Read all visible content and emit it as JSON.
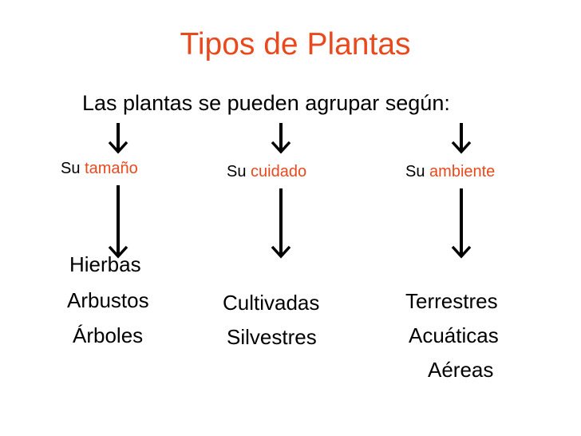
{
  "title": "Tipos de Plantas",
  "subtitle": "Las plantas se pueden agrupar según:",
  "accent_color": "#e8491d",
  "columns": [
    {
      "prefix": "Su",
      "keyword": "tamaño",
      "items": [
        "Hierbas",
        "Arbustos",
        "Árboles"
      ]
    },
    {
      "prefix": "Su",
      "keyword": "cuidado",
      "items": [
        "Cultivadas",
        "Silvestres"
      ]
    },
    {
      "prefix": "Su",
      "keyword": "ambiente",
      "items": [
        "Terrestres",
        "Acuáticas",
        "Aéreas"
      ]
    }
  ]
}
